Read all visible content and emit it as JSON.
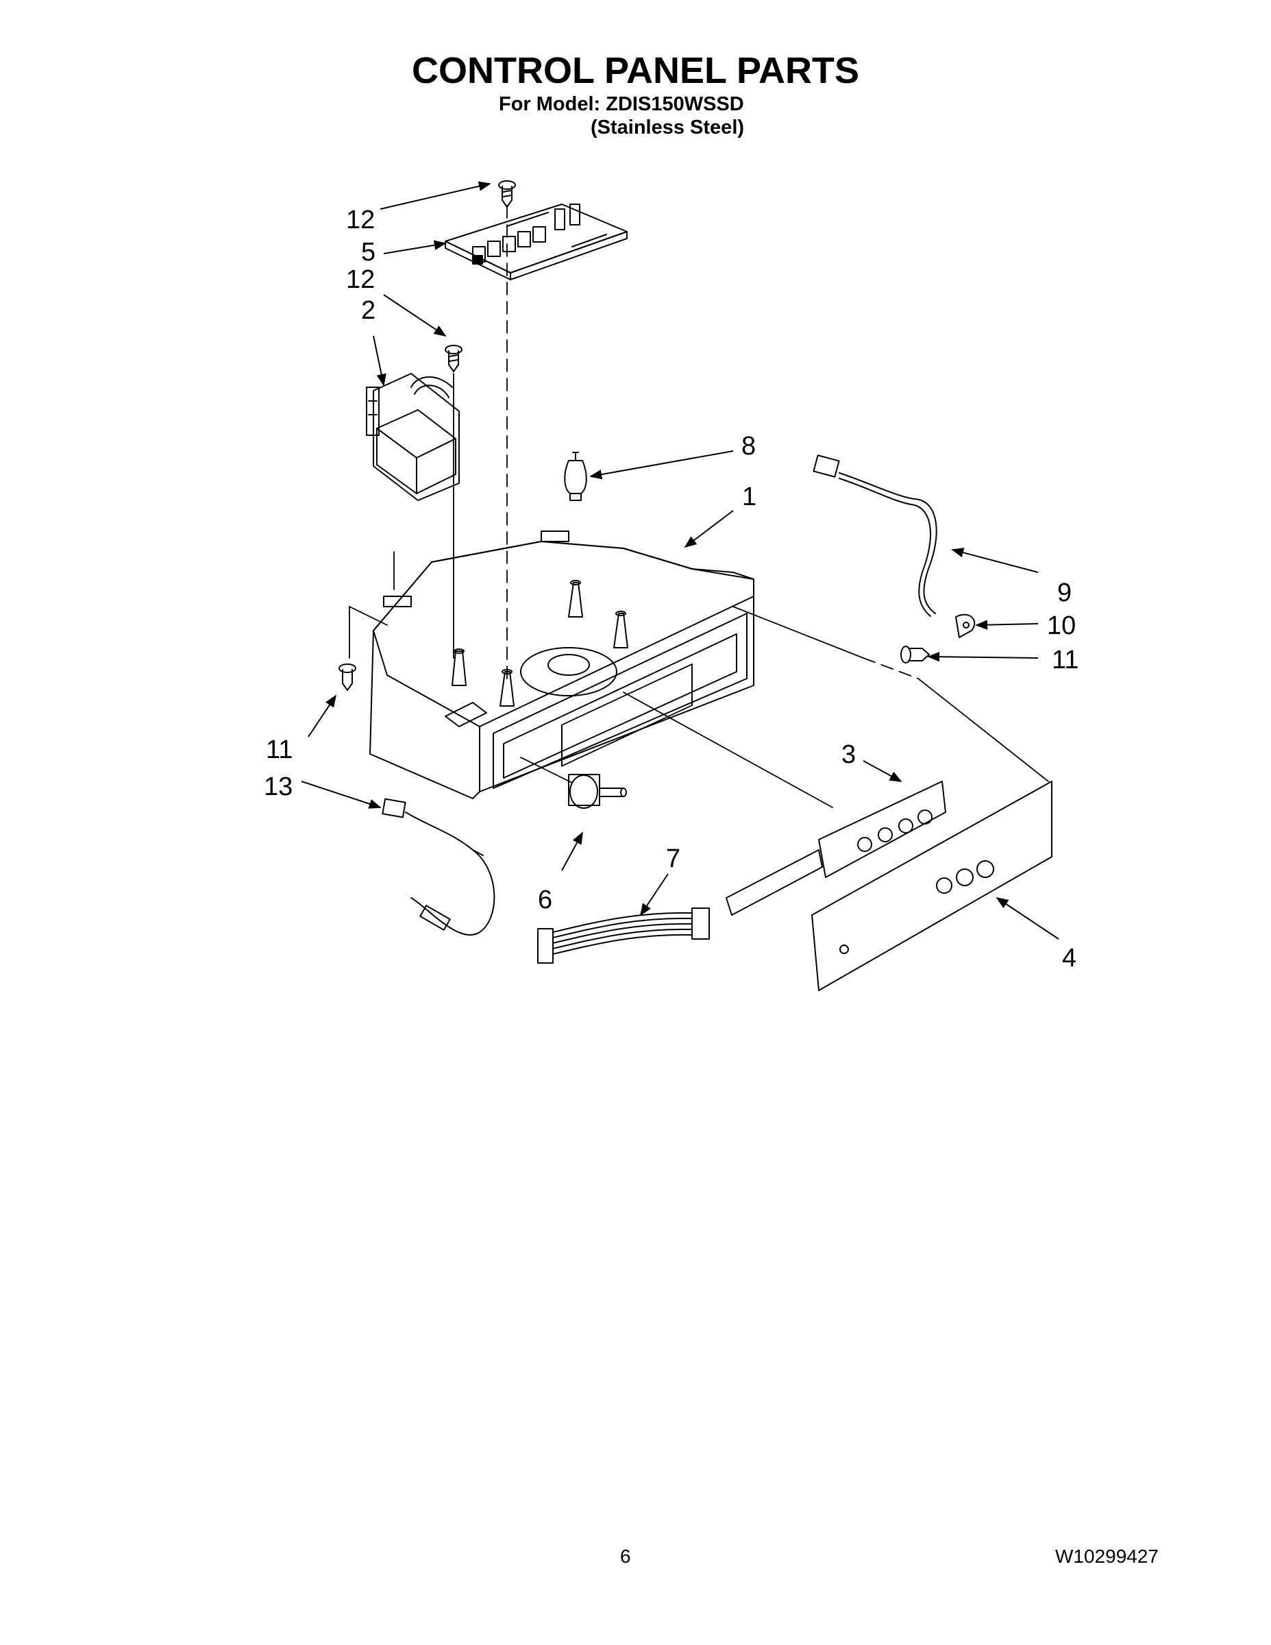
{
  "header": {
    "title": "CONTROL PANEL PARTS",
    "model_line": "For Model: ZDIS150WSSD",
    "finish_line": "(Stainless Steel)"
  },
  "callouts": {
    "c12a": "12",
    "c5": "5",
    "c12b": "12",
    "c2": "2",
    "c8": "8",
    "c1": "1",
    "c9": "9",
    "c10": "10",
    "c11a": "11",
    "c11b": "11",
    "c13": "13",
    "c3": "3",
    "c6": "6",
    "c7": "7",
    "c4": "4"
  },
  "footer": {
    "page_number": "6",
    "document_number": "W10299427"
  }
}
